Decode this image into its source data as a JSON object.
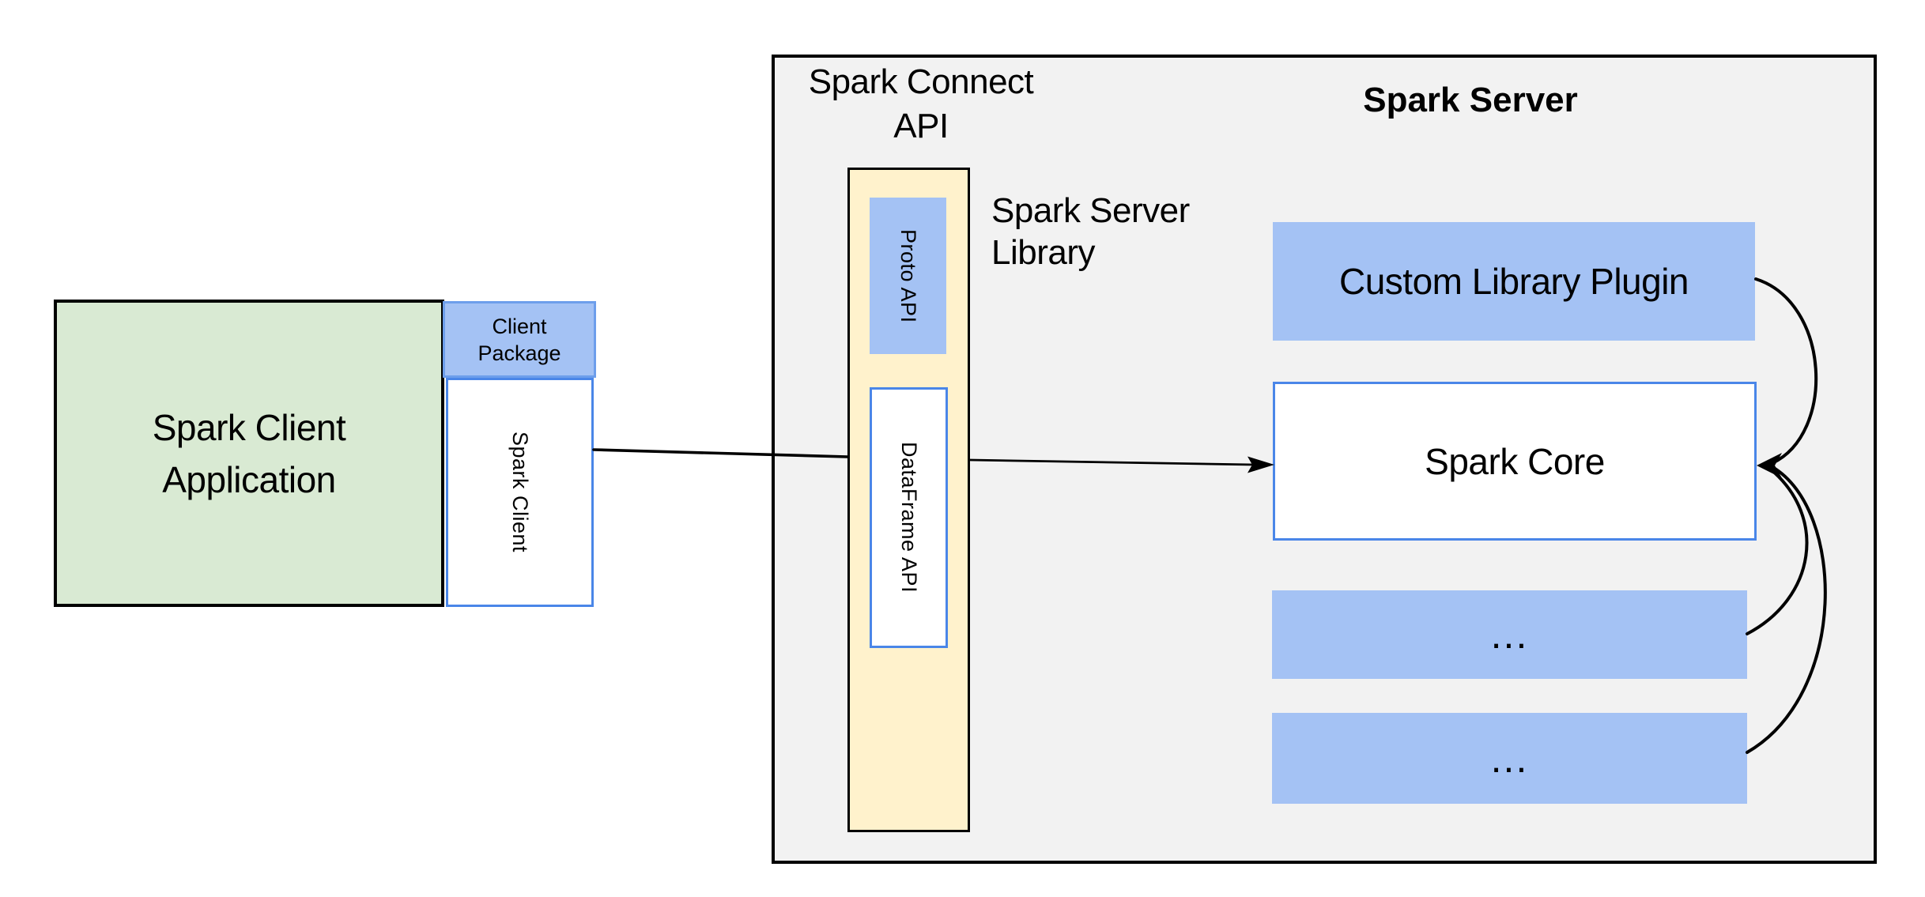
{
  "client": {
    "app_line1": "Spark Client",
    "app_line2": "Application",
    "package_line1": "Client",
    "package_line2": "Package",
    "spark_client_label": "Spark Client"
  },
  "connect": {
    "title_line1": "Spark Connect",
    "title_line2": "API",
    "proto_label": "Proto API",
    "dataframe_label": "DataFrame API",
    "library_line1": "Spark Server",
    "library_line2": "Library"
  },
  "server": {
    "title": "Spark Server",
    "plugin_label": "Custom Library Plugin",
    "core_label": "Spark Core",
    "module1_label": "...",
    "module2_label": "..."
  },
  "colors": {
    "green_fill": "#d9ead3",
    "blue_fill": "#a4c2f4",
    "yellow_fill": "#fff2cc",
    "gray_fill": "#f2f2f2",
    "white_box_border": "#4a86e8",
    "package_border": "#6d9eeb",
    "outline": "#000000",
    "text": "#000000",
    "page_bg": "#ffffff"
  }
}
